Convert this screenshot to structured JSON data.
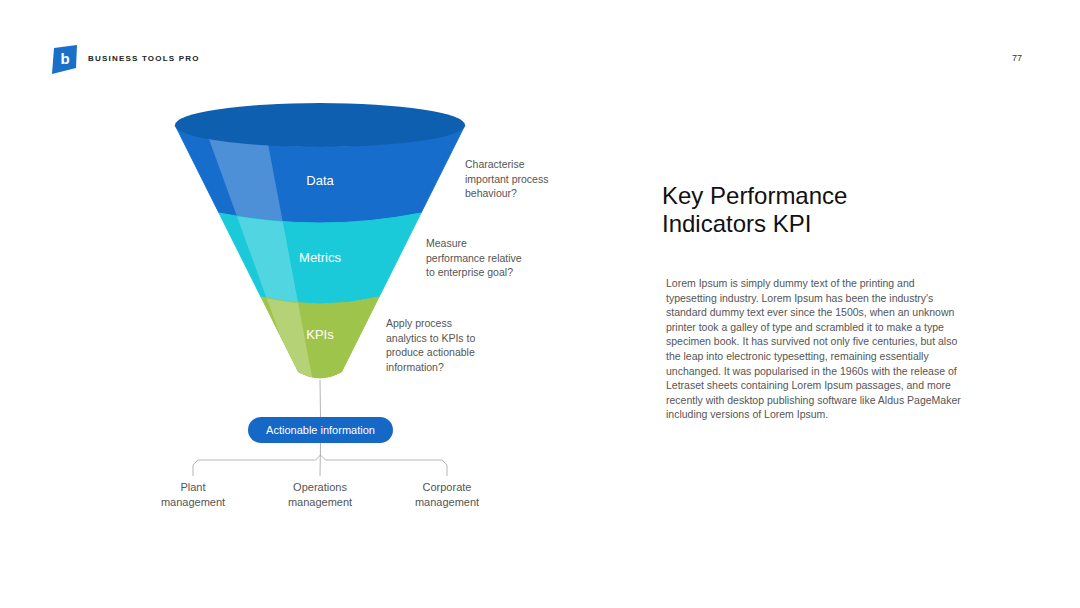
{
  "diagram": {
    "title": "Key Performance Indicators KPI",
    "nodes": [
      {
        "text": [
          "Data"
        ]
      },
      {
        "text": [
          "Metrics"
        ]
      },
      {
        "text": [
          "KPIs"
        ]
      },
      {
        "text": [
          "Actionable information"
        ]
      },
      {
        "text": [
          "Plant management"
        ]
      },
      {
        "text": [
          "Operations management"
        ]
      },
      {
        "text": [
          "Corporate management"
        ]
      }
    ],
    "edges": [
      {
        "from": 2,
        "to": 3,
        "arrow": "none"
      },
      {
        "from": 3,
        "to": 4,
        "arrow": "none"
      },
      {
        "from": 3,
        "to": 5,
        "arrow": "none"
      },
      {
        "from": 3,
        "to": 6,
        "arrow": "none"
      }
    ],
    "labels": [
      "b",
      "BUSINESS TOOLS PRO",
      "77",
      "Characterise important process behaviour?",
      "Measure performance relative to enterprise goal?",
      "Apply process analytics to KPIs to produce actionable information?",
      "Lorem Ipsum is simply dummy text of the printing and typesetting industry. Lorem Ipsum has been the industry's standard dummy text ever since the 1500s, when an unknown printer took a galley of type and scrambled it to make a type specimen book. It has survived not only five centuries, but also the leap into electronic typesetting, remaining essentially unchanged. It was popularised in the 1960s with the release of Letraset sheets containing Lorem Ipsum passages, and more recently with desktop publishing software like Aldus PageMaker including versions of Lorem Ipsum."
    ]
  }
}
